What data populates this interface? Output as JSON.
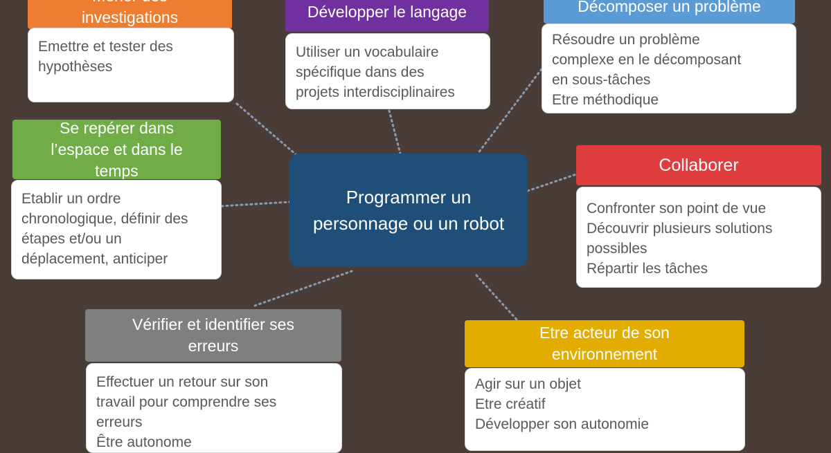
{
  "center": {
    "lines": [
      "Programmer un",
      "personnage ou un robot"
    ]
  },
  "colors": {
    "background": "#4a3d37",
    "center": "#1f4e79",
    "connector": "#8a9bb0",
    "investigations": "#ed7d31",
    "langage": "#7030a0",
    "probleme": "#5b9bd5",
    "espace": "#70ad47",
    "collaborer": "#e03e3e",
    "erreurs": "#7f7f7f",
    "acteur": "#e2ac00"
  },
  "nodes": [
    {
      "id": "investigations",
      "title": [
        "Mener des",
        "investigations"
      ],
      "items": [
        "Emettre et tester des",
        "hypothèses"
      ]
    },
    {
      "id": "langage",
      "title": [
        "Développer le langage"
      ],
      "items": [
        "Utiliser un vocabulaire",
        "spécifique dans des",
        "projets interdisciplinaires"
      ]
    },
    {
      "id": "probleme",
      "title": [
        "Décomposer un problème"
      ],
      "items": [
        "Résoudre un problème",
        "complexe  en le décomposant",
        "en sous-tâches",
        "Etre méthodique"
      ]
    },
    {
      "id": "espace",
      "title": [
        "Se repérer dans",
        "l’espace et dans le",
        "temps"
      ],
      "items": [
        "Etablir un ordre",
        "chronologique, définir des",
        "étapes et/ou un",
        "déplacement, anticiper"
      ]
    },
    {
      "id": "collaborer",
      "title": [
        "Collaborer"
      ],
      "items": [
        "Confronter son point de vue",
        "Découvrir plusieurs solutions",
        "possibles",
        "Répartir les tâches"
      ]
    },
    {
      "id": "erreurs",
      "title": [
        "Vérifier et identifier ses",
        "erreurs"
      ],
      "items": [
        "Effectuer un retour sur son",
        "travail pour comprendre ses",
        "erreurs",
        "Être autonome"
      ]
    },
    {
      "id": "acteur",
      "title": [
        "Etre acteur de son",
        "environnement"
      ],
      "items": [
        "Agir sur un objet",
        "Etre créatif",
        "Développer son autonomie"
      ]
    }
  ]
}
